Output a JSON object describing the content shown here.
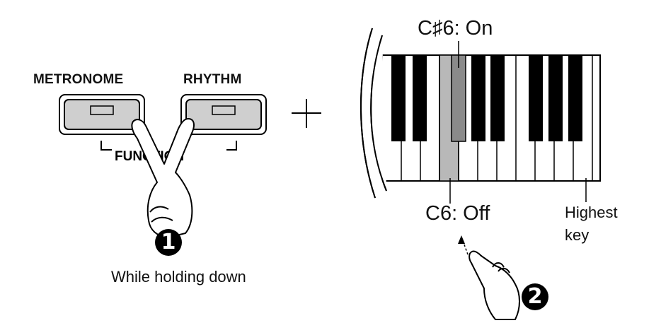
{
  "buttons": {
    "metronome_label": "METRONOME",
    "rhythm_label": "RHYTHM",
    "function_label": "FUNCTION"
  },
  "operator_symbol": "+",
  "step1": {
    "number": "1",
    "caption": "While holding down"
  },
  "step2": {
    "number": "2"
  },
  "keyboard": {
    "sharp_key_label": "C♯6: On",
    "natural_key_label": "C6: Off",
    "highest_key_label_line1": "Highest",
    "highest_key_label_line2": "key",
    "highlight_color": "#b8b8b8"
  }
}
